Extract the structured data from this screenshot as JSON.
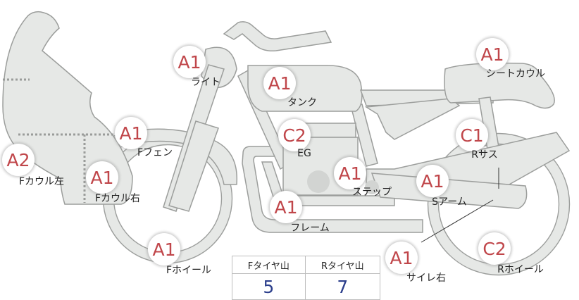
{
  "parts": [
    {
      "id": "light",
      "grade": "A1",
      "label": "ライト"
    },
    {
      "id": "tank",
      "grade": "A1",
      "label": "タンク"
    },
    {
      "id": "seat_cowl",
      "grade": "A1",
      "label": "シートカウル"
    },
    {
      "id": "f_fender",
      "grade": "A1",
      "label": "Fフェン"
    },
    {
      "id": "eg",
      "grade": "C2",
      "label": "EG"
    },
    {
      "id": "r_sus",
      "grade": "C1",
      "label": "Rサス"
    },
    {
      "id": "f_cowl_l",
      "grade": "A2",
      "label": "Fカウル左"
    },
    {
      "id": "f_cowl_r",
      "grade": "A1",
      "label": "Fカウル右"
    },
    {
      "id": "step",
      "grade": "A1",
      "label": "ステップ"
    },
    {
      "id": "s_arm",
      "grade": "A1",
      "label": "Sアーム"
    },
    {
      "id": "frame",
      "grade": "A1",
      "label": "フレーム"
    },
    {
      "id": "f_wheel",
      "grade": "A1",
      "label": "Fホイール"
    },
    {
      "id": "muffler_r",
      "grade": "A1",
      "label": "サイレ右"
    },
    {
      "id": "r_wheel",
      "grade": "C2",
      "label": "Rホイール"
    }
  ],
  "tire_tread": {
    "front_header": "Fタイヤ山",
    "rear_header": "Rタイヤ山",
    "front_value": "5",
    "rear_value": "7"
  },
  "colors": {
    "grade_text": "#c0464a",
    "tread_value": "#2c3f8c",
    "bike_fill": "#e6e8e6",
    "bike_outline": "#9c9e9c"
  }
}
